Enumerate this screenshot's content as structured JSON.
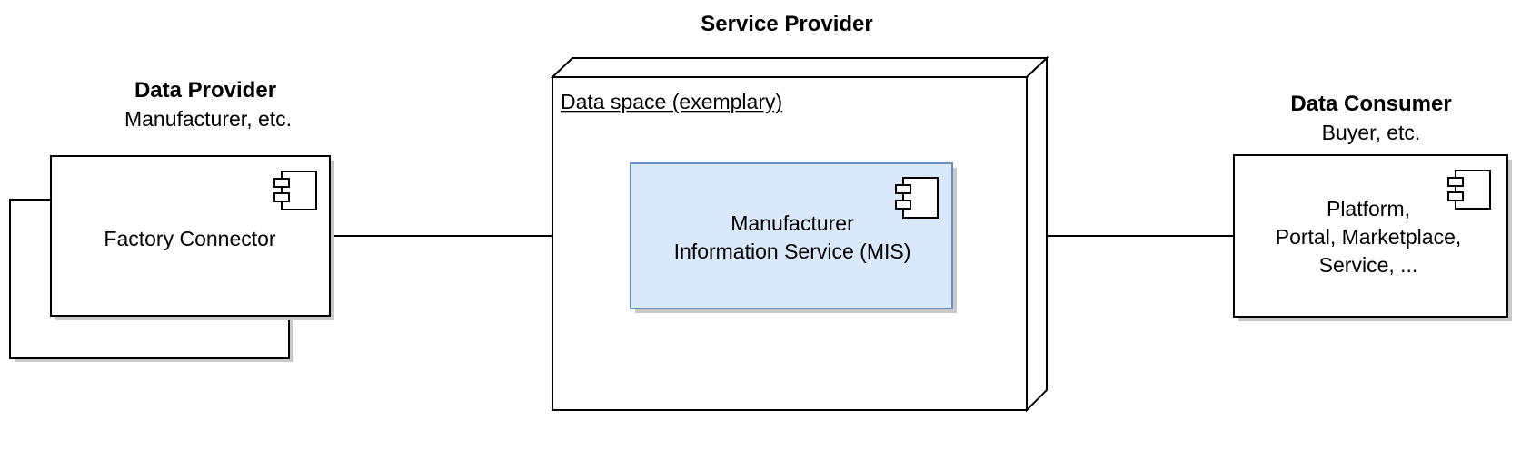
{
  "data_provider": {
    "title": "Data Provider",
    "subtitle": "Manufacturer, etc.",
    "component": "Factory Connector"
  },
  "service_provider": {
    "title": "Service Provider",
    "node_label": "Data space (exemplary)",
    "component_lines": [
      "Manufacturer",
      "Information Service (MIS)"
    ],
    "component_fill": "#dae8fc",
    "component_stroke": "#6c8ebf"
  },
  "data_consumer": {
    "title": "Data Consumer",
    "subtitle": "Buyer, etc.",
    "component_lines": [
      "Platform,",
      "Portal, Marketplace,",
      "Service, ..."
    ]
  },
  "icons": [
    "uml-component-icon"
  ],
  "colors": {
    "stroke": "#000000",
    "shadow": "#c8c8c8",
    "background": "#ffffff"
  }
}
